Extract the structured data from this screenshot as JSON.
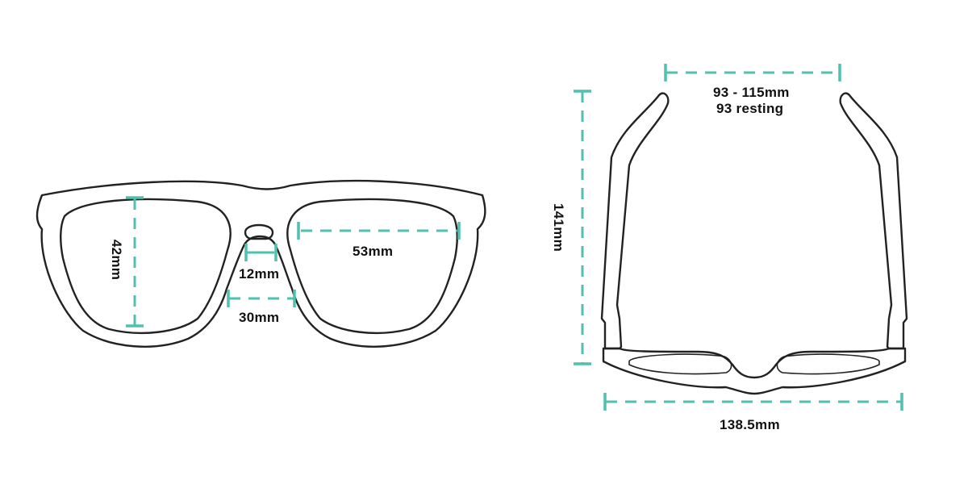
{
  "accent_color": "#4fc1ac",
  "front_view": {
    "lens_height": "42mm",
    "lens_width": "53mm",
    "bridge_width": "12mm",
    "nose_width": "30mm"
  },
  "top_view": {
    "temple_spread": "93 - 115mm",
    "temple_resting": "93 resting",
    "temple_length": "141mm",
    "frame_width": "138.5mm"
  }
}
